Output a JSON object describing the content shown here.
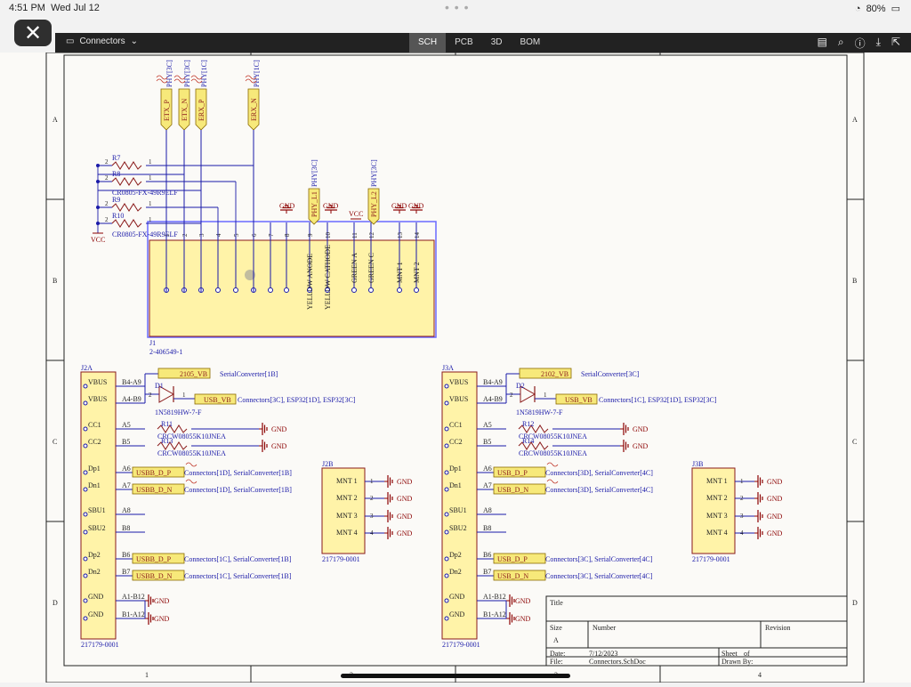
{
  "status": {
    "time": "4:51 PM",
    "date": "Wed Jul 12",
    "battery": "80%"
  },
  "toolbar": {
    "doc_title": "Connectors",
    "tabs": [
      {
        "label": "SCH",
        "active": true
      },
      {
        "label": "PCB",
        "active": false
      },
      {
        "label": "3D",
        "active": false
      },
      {
        "label": "BOM",
        "active": false
      }
    ]
  },
  "border": {
    "cols": [
      "1",
      "2",
      "3",
      "4"
    ],
    "rows": [
      "A",
      "B",
      "C",
      "D"
    ]
  },
  "j1": {
    "ref": "J1",
    "part": "2-406549-1",
    "pin_nums": [
      "1",
      "2",
      "3",
      "4",
      "5",
      "6",
      "7",
      "8",
      "9",
      "10",
      "11",
      "12",
      "13",
      "14"
    ],
    "pin_labels": [
      "YELLOW ANODE",
      "YELLOW CATHODE",
      "GREEN A",
      "GREEN C",
      "MNT 1",
      "MNT 2"
    ],
    "top_ports": [
      "ETX_P",
      "ETX_N",
      "ERX_P",
      "ERX_N"
    ],
    "top_port_refs": [
      "PHY[3C]",
      "PHY[3C]",
      "PHY[1C]",
      "PHY[1C]"
    ],
    "side_ports": [
      "PHY_L1",
      "PHY_L2"
    ],
    "side_port_refs": [
      "PHY[3C]",
      "PHY[3C]"
    ],
    "gnd": "GND",
    "vcc": "VCC",
    "resistors": [
      "R7",
      "R8",
      "R9",
      "R10"
    ],
    "res_part": "CR0805-FX-49R9ELF",
    "res_pins": [
      "2",
      "1"
    ]
  },
  "j2": {
    "ref": "J2A",
    "part": "217179-0001",
    "pins": [
      {
        "name": "VBUS",
        "num": "B4-A9"
      },
      {
        "name": "VBUS",
        "num": "A4-B9"
      },
      {
        "name": "CC1",
        "num": "A5"
      },
      {
        "name": "CC2",
        "num": "B5"
      },
      {
        "name": "Dp1",
        "num": "A6"
      },
      {
        "name": "Dn1",
        "num": "A7"
      },
      {
        "name": "SBU1",
        "num": "A8"
      },
      {
        "name": "SBU2",
        "num": "B8"
      },
      {
        "name": "Dp2",
        "num": "B6"
      },
      {
        "name": "Dn2",
        "num": "B7"
      },
      {
        "name": "GND",
        "num": "A1-B12"
      },
      {
        "name": "GND",
        "num": "B1-A12"
      }
    ],
    "diode": "D1",
    "diode_part": "1N5819HW-7-F",
    "vb_port": "2105_VB",
    "vb_ref": "SerialConverter[1B]",
    "usb_vb": "USB_VB",
    "usb_vb_ref": "Connectors[3C], ESP32[1D], ESP32[3C]",
    "r_a": "R11",
    "r_b": "R13",
    "r_part": "CRCW08055K10JNEA",
    "dp_port": "USBB_D_P",
    "dn_port": "USBB_D_N",
    "dp_ref": "Connectors[1D], SerialConverter[1B]",
    "dn_ref": "Connectors[1D], SerialConverter[1B]",
    "dp2_ref": "Connectors[1C], SerialConverter[1B]",
    "dn2_ref": "Connectors[1C], SerialConverter[1B]",
    "mnt_ref": "J2B",
    "mnt_part": "217179-0001"
  },
  "j3": {
    "ref": "J3A",
    "part": "217179-0001",
    "diode": "D2",
    "diode_part": "1N5819HW-7-F",
    "vb_port": "2102_VB",
    "vb_ref": "SerialConverter[3C]",
    "usb_vb": "USB_VB",
    "usb_vb_ref": "Connectors[1C], ESP32[1D], ESP32[3C]",
    "r_a": "R12",
    "r_b": "R14",
    "r_part": "CRCW08055K10JNEA",
    "dp_port": "USB_D_P",
    "dn_port": "USB_D_N",
    "dp_ref": "Connectors[3D], SerialConverter[4C]",
    "dn_ref": "Connectors[3D], SerialConverter[4C]",
    "dp2_ref": "Connectors[3C], SerialConverter[4C]",
    "dn2_ref": "Connectors[3C], SerialConverter[4C]",
    "mnt_ref": "J3B",
    "mnt_part": "217179-0001"
  },
  "mnt_pins": [
    {
      "name": "MNT 1",
      "num": "1"
    },
    {
      "name": "MNT 2",
      "num": "2"
    },
    {
      "name": "MNT 3",
      "num": "3"
    },
    {
      "name": "MNT 4",
      "num": "4"
    }
  ],
  "title_block": {
    "title_label": "Title",
    "size_label": "Size",
    "size": "A",
    "number_label": "Number",
    "revision_label": "Revision",
    "date_label": "Date:",
    "date": "7/12/2023",
    "file_label": "File:",
    "file": "Connectors.SchDoc",
    "sheet_label": "Sheet",
    "of_label": "of",
    "drawn_label": "Drawn By:"
  },
  "colors": {
    "wire": "#1a1aa8",
    "part": "#8a1a1a",
    "body": "#fff3a8",
    "port": "#f7e97a",
    "gnd": "#8b0000"
  }
}
